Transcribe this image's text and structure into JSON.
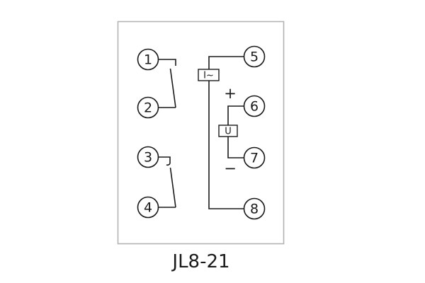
{
  "title": "JL8-21",
  "terminals": [
    {
      "label": "1"
    },
    {
      "label": "2"
    },
    {
      "label": "3"
    },
    {
      "label": "4"
    },
    {
      "label": "5"
    },
    {
      "label": "6"
    },
    {
      "label": "7"
    },
    {
      "label": "8"
    }
  ],
  "symbols": {
    "current_coil": "I~",
    "voltage_coil": "U",
    "plus": "+",
    "minus": "−"
  },
  "colors": {
    "line": "#1a1a1a",
    "border": "#b3b3b3",
    "background": "#ffffff"
  }
}
